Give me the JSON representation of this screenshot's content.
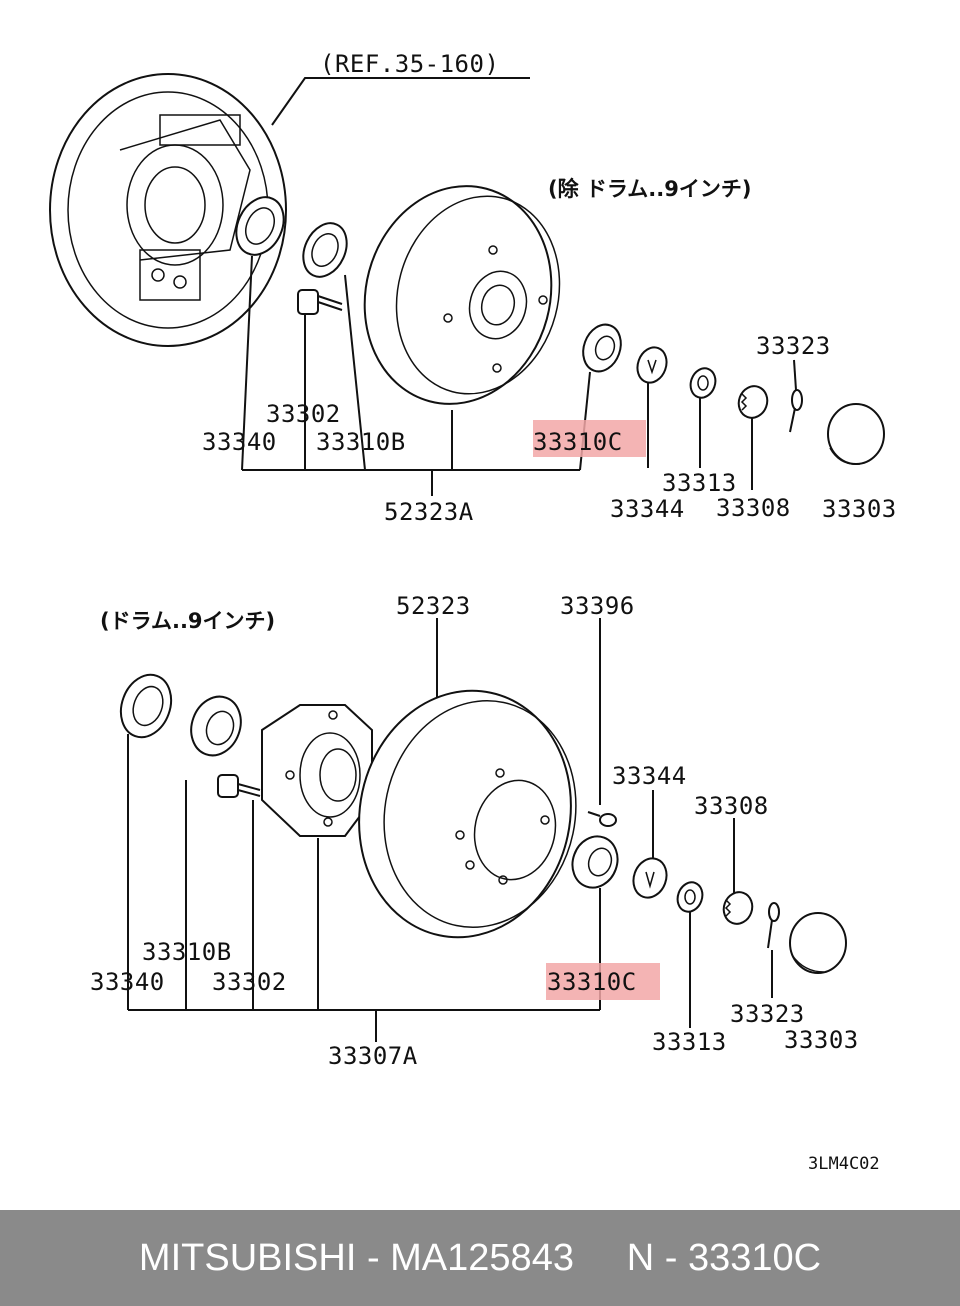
{
  "diagram": {
    "ref_label": "(REF.35-160)",
    "note_top": "(除 ドラム..9インチ)",
    "note_bottom": "(ドラム..9インチ)",
    "drawing_code": "3LM4C02",
    "highlight_color": "#f2a7a7",
    "top_labels": {
      "p33340": "33340",
      "p33302": "33302",
      "p33310b": "33310B",
      "p33310c": "33310C",
      "p33344": "33344",
      "p33313": "33313",
      "p33308": "33308",
      "p33323": "33323",
      "p33303": "33303",
      "p52323a": "52323A"
    },
    "bottom_labels": {
      "p52323": "52323",
      "p33396": "33396",
      "p33344": "33344",
      "p33308": "33308",
      "p33310b": "33310B",
      "p33340": "33340",
      "p33302": "33302",
      "p33310c": "33310C",
      "p33323": "33323",
      "p33313": "33313",
      "p33303": "33303",
      "p33307a": "33307A"
    }
  },
  "footer": {
    "text": "MITSUBISHI - MA125843     N - 33310C"
  }
}
